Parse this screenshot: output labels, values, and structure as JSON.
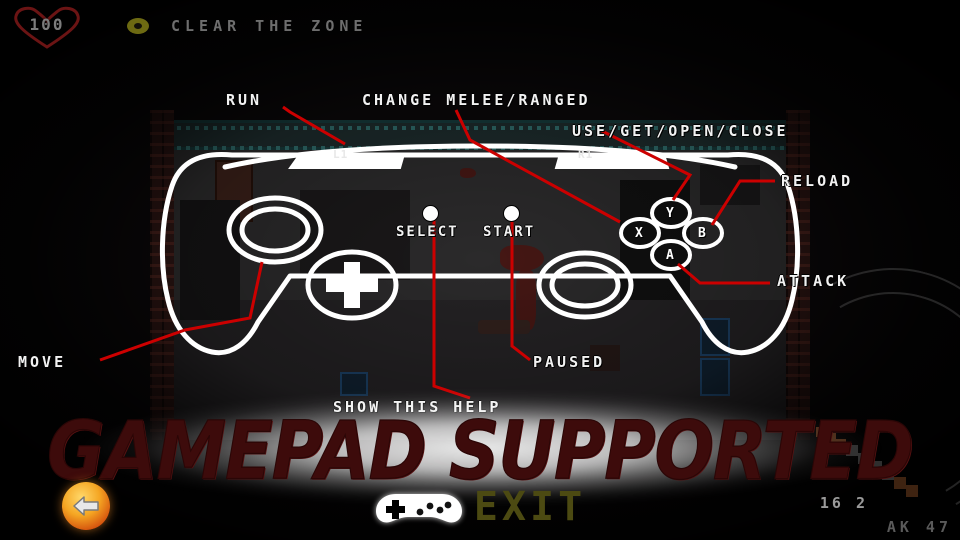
{
  "hud": {
    "health_value": "100",
    "health_icon": "heart-icon",
    "objective_icon": "objective-marker-icon",
    "objective_text": "CLEAR THE ZONE"
  },
  "help_overlay": {
    "labels": {
      "run": "RUN",
      "change_weapon": "CHANGE MELEE/RANGED",
      "use": "USE/GET/OPEN/CLOSE",
      "reload": "RELOAD",
      "attack": "ATTACK",
      "move": "MOVE",
      "paused": "PAUSED",
      "show_help": "SHOW THIS HELP"
    },
    "controller": {
      "shoulder_left": "L1",
      "shoulder_right": "R1",
      "select": "SELECT",
      "start": "START",
      "face_top": "Y",
      "face_left": "X",
      "face_right": "B",
      "face_bottom": "A"
    }
  },
  "banner": {
    "text": "GAMEPAD SUPPORTED"
  },
  "bottom_bar": {
    "back_icon": "back-arrow-icon",
    "gamepad_icon": "gamepad-icon",
    "exit_label": "EXIT"
  },
  "weapon": {
    "name": "AK 47",
    "ammo": "16 2"
  },
  "colors": {
    "label_white": "#f2f2f2",
    "leader_red": "#cc0000",
    "banner_red": "#3d0b0b",
    "objective_gray": "#6e6e6e",
    "heart_red": "#6b1414",
    "back_orange": "#f5a623",
    "exit_olive": "#4c4a12"
  }
}
